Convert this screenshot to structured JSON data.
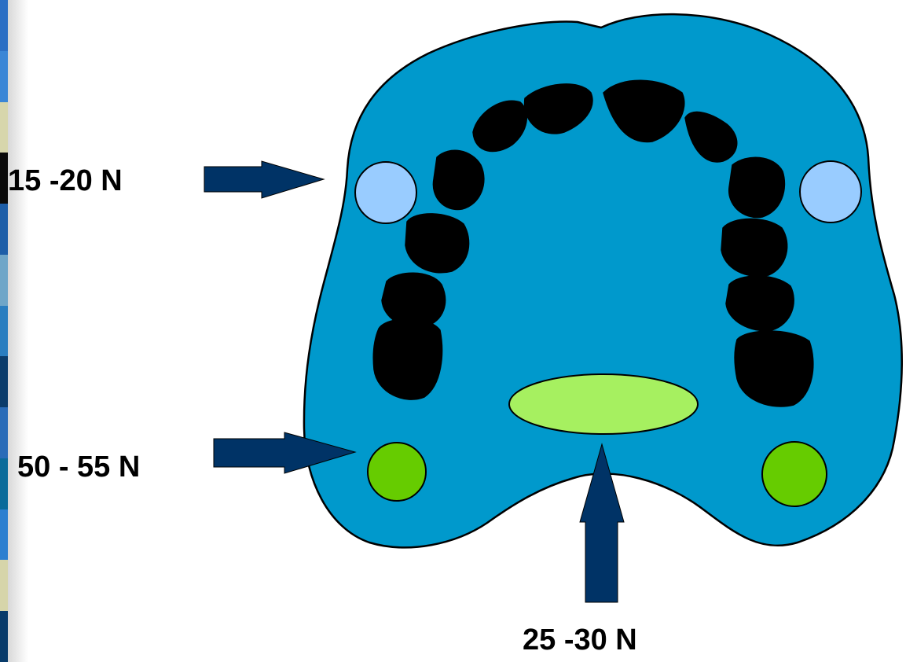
{
  "colors": {
    "plate_fill": "#0099cc",
    "outline": "#000000",
    "teeth": "#000000",
    "upper_circle": "#99ccff",
    "lower_circle": "#66cc00",
    "oval": "#a6f060",
    "arrow": "#003366"
  },
  "labels": {
    "upper": "15 -20 N",
    "lower": "50 - 55 N",
    "bottom": "25 -30 N"
  }
}
